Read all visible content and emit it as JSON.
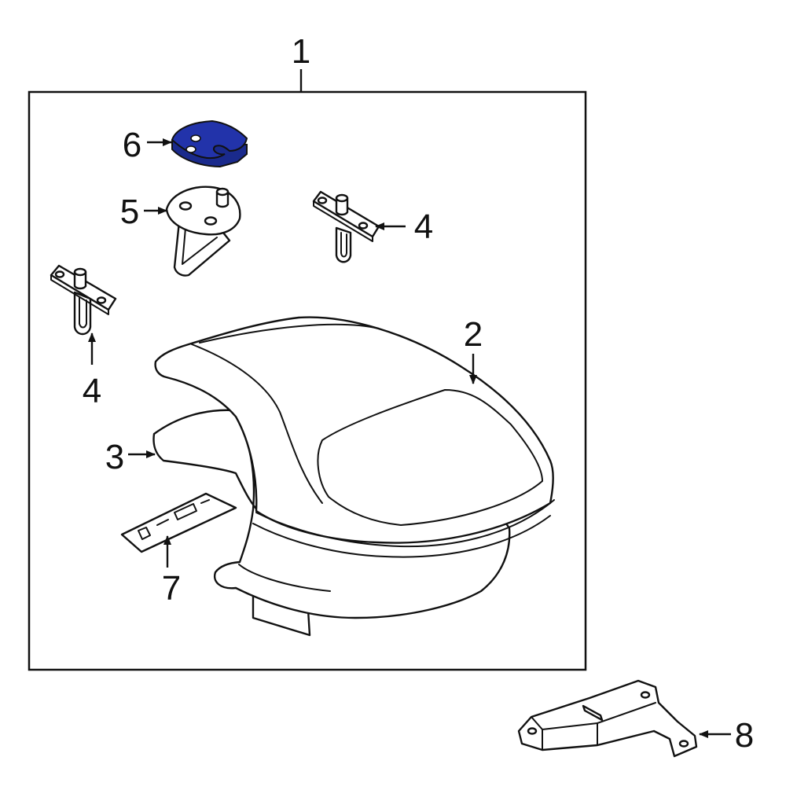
{
  "diagram": {
    "callouts": {
      "c1": "1",
      "c2": "2",
      "c3": "3",
      "c4a": "4",
      "c4b": "4",
      "c5": "5",
      "c6": "6",
      "c7": "7",
      "c8": "8"
    },
    "highlight_color": "#2233aa",
    "highlighted_part": "6"
  }
}
